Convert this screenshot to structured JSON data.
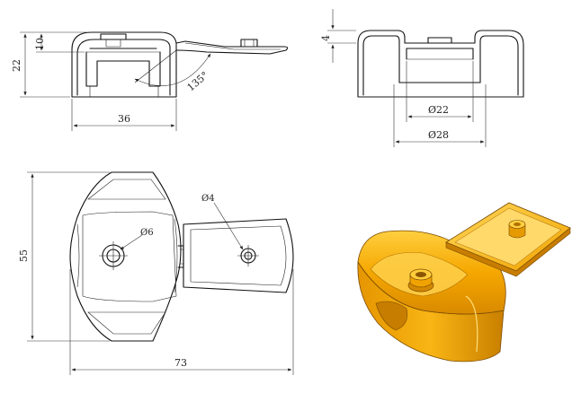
{
  "dimensions": {
    "height_10": "10",
    "height_22": "22",
    "width_36": "36",
    "angle_135": "135°",
    "height_4": "4",
    "dia_22": "Ø22",
    "dia_28": "Ø28",
    "height_55": "55",
    "width_73": "73",
    "dia_6": "Ø6",
    "dia_4": "Ø4"
  },
  "colors": {
    "render_body": "#f5a700",
    "render_shadow": "#c77d00",
    "render_highlight": "#ffd24a",
    "line": "#111111"
  }
}
